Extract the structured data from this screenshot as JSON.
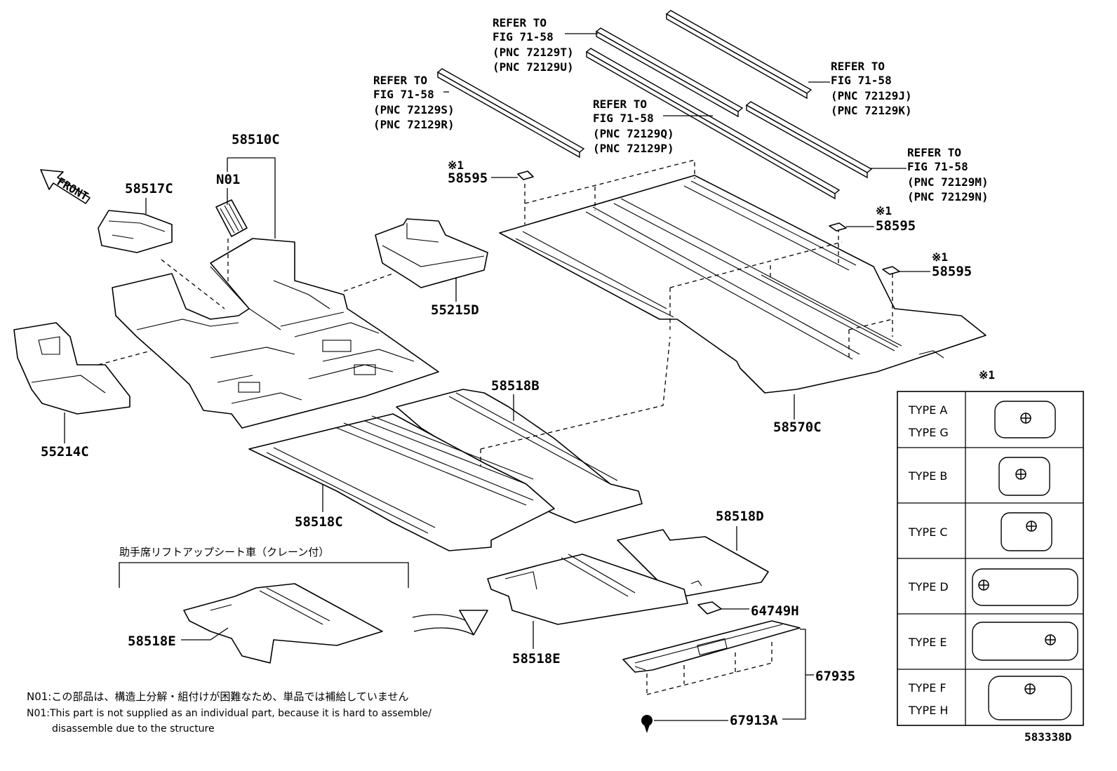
{
  "front_label": "FRONT",
  "parts": {
    "p58510C": "58510C",
    "pN01": "N01",
    "p58517C": "58517C",
    "p55215D": "55215D",
    "p55214C": "55214C",
    "p58518B": "58518B",
    "p58518C": "58518C",
    "p58518D": "58518D",
    "p58518E_a": "58518E",
    "p58518E_b": "58518E",
    "p58570C": "58570C",
    "p58595_a": "58595",
    "p58595_b": "58595",
    "p58595_c": "58595",
    "p64749H": "64749H",
    "p67935": "67935",
    "p67913A": "67913A"
  },
  "marks": {
    "m1": "※1",
    "m2": "※1",
    "m3": "※1",
    "m_table": "※1"
  },
  "refer": [
    {
      "l1": "REFER TO",
      "l2": "FIG 71-58",
      "l3": "(PNC 72129T)",
      "l4": "(PNC 72129U)"
    },
    {
      "l1": "REFER TO",
      "l2": "FIG 71-58",
      "l3": "(PNC 72129S)",
      "l4": "(PNC 72129R)"
    },
    {
      "l1": "REFER TO",
      "l2": "FIG 71-58",
      "l3": "(PNC 72129Q)",
      "l4": "(PNC 72129P)"
    },
    {
      "l1": "REFER TO",
      "l2": "FIG 71-58",
      "l3": "(PNC 72129J)",
      "l4": "(PNC 72129K)"
    },
    {
      "l1": "REFER TO",
      "l2": "FIG 71-58",
      "l3": "(PNC 72129M)",
      "l4": "(PNC 72129N)"
    }
  ],
  "jp_caption": "助手席リフトアップシート車（クレーン付）",
  "notes": {
    "jp": "N01:この部品は、構造上分解・組付けが困難なため、単品では補給していません",
    "en1": "N01:This part is not supplied as an individual part, because it is hard to assemble/",
    "en2": "disassemble due to the structure"
  },
  "type_table": [
    {
      "types": [
        "TYPE A",
        "TYPE G"
      ]
    },
    {
      "types": [
        "TYPE B"
      ]
    },
    {
      "types": [
        "TYPE C"
      ]
    },
    {
      "types": [
        "TYPE D"
      ]
    },
    {
      "types": [
        "TYPE E"
      ]
    },
    {
      "types": [
        "TYPE F",
        "TYPE H"
      ]
    }
  ],
  "figure_id": "583338D"
}
